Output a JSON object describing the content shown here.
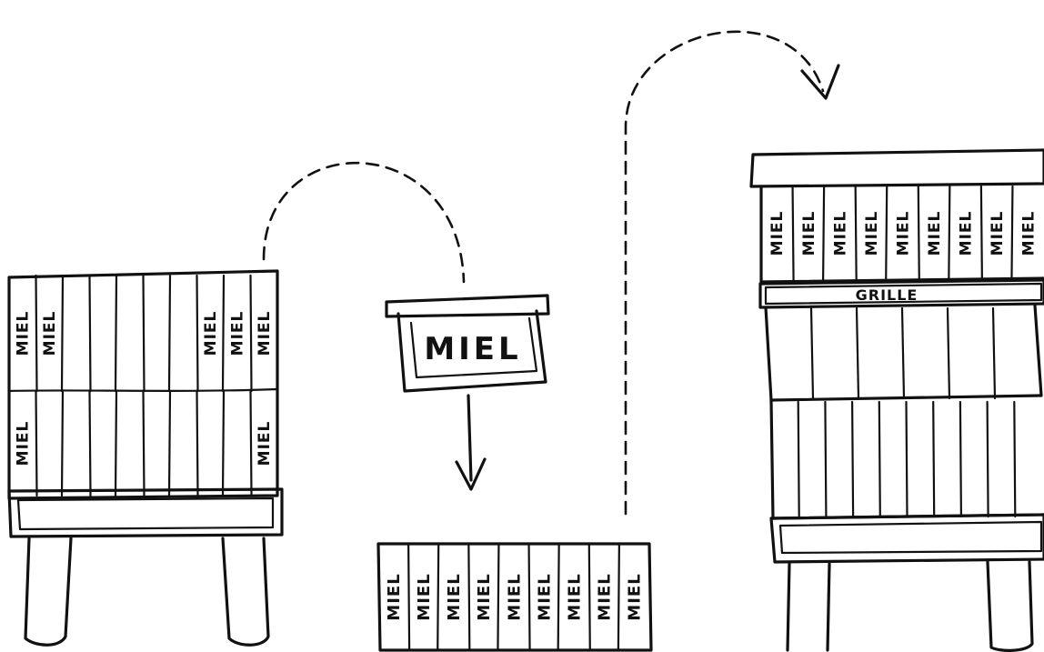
{
  "frame_label": "MIEL",
  "grille_label": "GRILLE",
  "hive_left": {
    "top_row": [
      "MIEL",
      "MIEL",
      "",
      "",
      "",
      "",
      "",
      "MIEL",
      "MIEL",
      "MIEL"
    ],
    "bottom_row": [
      "MIEL",
      "",
      "",
      "",
      "",
      "",
      "",
      "",
      "",
      "MIEL"
    ]
  },
  "frames_row": [
    "MIEL",
    "MIEL",
    "MIEL",
    "MIEL",
    "MIEL",
    "MIEL",
    "MIEL",
    "MIEL",
    "MIEL"
  ],
  "hive_right": {
    "super_row": [
      "MIEL",
      "MIEL",
      "MIEL",
      "MIEL",
      "MIEL",
      "MIEL",
      "MIEL",
      "MIEL",
      "MIEL"
    ]
  },
  "colors": {
    "ink": "#111111",
    "paper": "#ffffff"
  }
}
